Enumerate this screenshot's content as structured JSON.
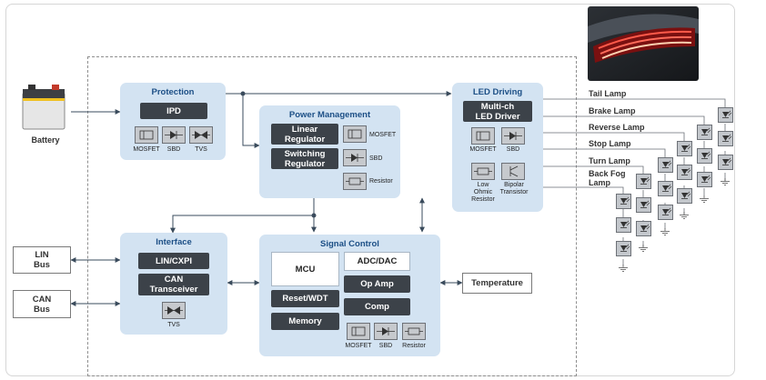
{
  "battery": {
    "label": "Battery"
  },
  "protection": {
    "title": "Protection",
    "ipd": "IPD",
    "components": [
      "MOSFET",
      "SBD",
      "TVS"
    ]
  },
  "power_management": {
    "title": "Power Management",
    "linear": "Linear\nRegulator",
    "switching": "Switching\nRegulator",
    "components": [
      "MOSFET",
      "SBD",
      "Resistor"
    ]
  },
  "led_driving": {
    "title": "LED Driving",
    "driver": "Multi-ch\nLED Driver",
    "components_top": [
      "MOSFET",
      "SBD"
    ],
    "components_bottom": [
      "Low\nOhmic\nResistor",
      "Bipolar\nTransistor"
    ]
  },
  "interface": {
    "title": "Interface",
    "lin": "LIN/CXPI",
    "can": "CAN\nTransceiver",
    "tvs": "TVS"
  },
  "signal_control": {
    "title": "Signal Control",
    "mcu": "MCU",
    "adc": "ADC/DAC",
    "reset": "Reset/WDT",
    "opamp": "Op Amp",
    "memory": "Memory",
    "comp": "Comp",
    "components": [
      "MOSFET",
      "SBD",
      "Resistor"
    ]
  },
  "external": {
    "lin_bus": "LIN\nBus",
    "can_bus": "CAN\nBus",
    "temperature": "Temperature"
  },
  "lamps": [
    "Tail Lamp",
    "Brake Lamp",
    "Reverse Lamp",
    "Stop Lamp",
    "Turn Lamp",
    "Back Fog\nLamp"
  ],
  "colors": {
    "block_fill": "#d3e3f2",
    "block_title": "#1c4f86",
    "dark_box": "#3c4249",
    "wire": "#3a4b5c"
  }
}
